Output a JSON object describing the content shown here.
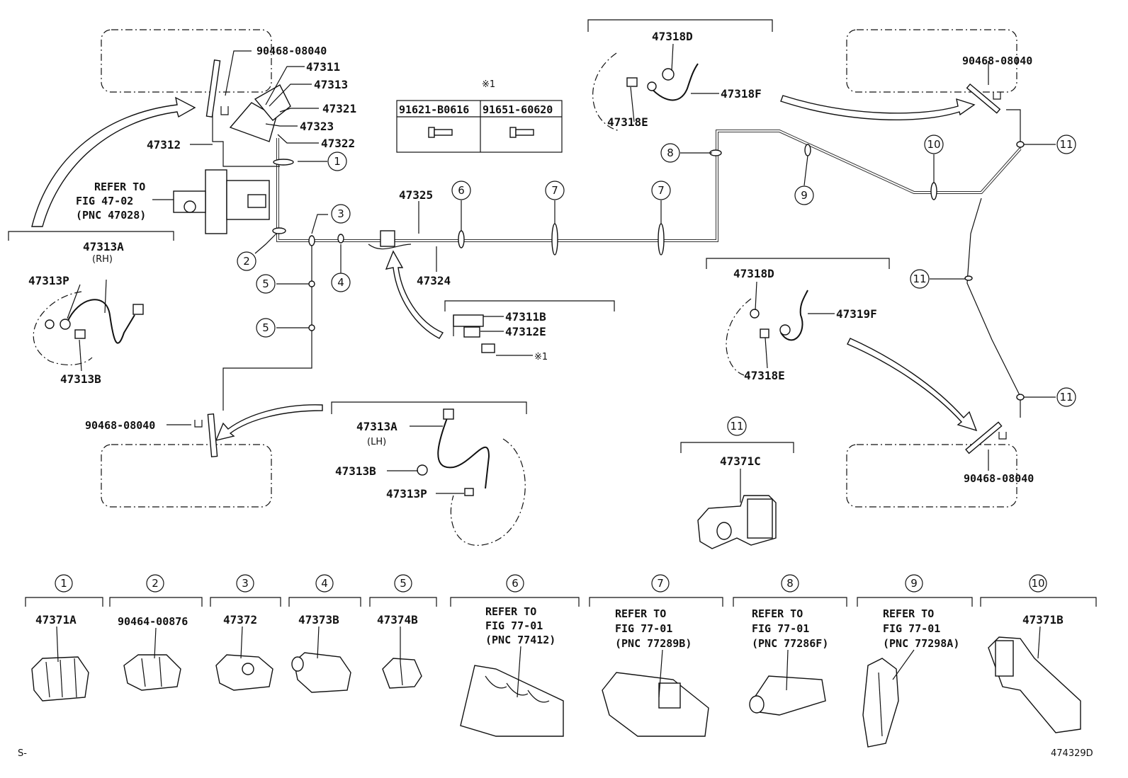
{
  "labels": {
    "p90468_08040": "90468-08040",
    "p47311": "47311",
    "p47313": "47313",
    "p47321": "47321",
    "p47323": "47323",
    "p47322": "47322",
    "p47312": "47312",
    "refer_47_02_line1": "REFER TO",
    "refer_47_02_line2": "FIG 47-02",
    "refer_47_02_line3": "(PNC 47028)",
    "p47313A": "47313A",
    "rh": "(RH)",
    "lh": "(LH)",
    "p47313P": "47313P",
    "p47313B": "47313B",
    "p47325": "47325",
    "p47324": "47324",
    "p47311B": "47311B",
    "p47312E": "47312E",
    "asterisk1": "※1",
    "p91621": "91621-B0616",
    "p91651": "91651-60620",
    "p47318D": "47318D",
    "p47318F": "47318F",
    "p47318E": "47318E",
    "p47319F": "47319F",
    "p47371C": "47371C",
    "p47371A": "47371A",
    "p90464_00876": "90464-00876",
    "p47372": "47372",
    "p47373B": "47373B",
    "p47374B": "47374B",
    "p47371B": "47371B",
    "refer_to": "REFER TO",
    "fig_77_01": "FIG 77-01",
    "pnc_77412": "(PNC 77412)",
    "pnc_77289B": "(PNC 77289B)",
    "pnc_77286F": "(PNC 77286F)",
    "pnc_77298A": "(PNC 77298A)",
    "footer_left": "S-",
    "footer_right": "474329D"
  },
  "callouts": [
    "1",
    "2",
    "3",
    "4",
    "5",
    "6",
    "7",
    "8",
    "9",
    "10",
    "11"
  ]
}
